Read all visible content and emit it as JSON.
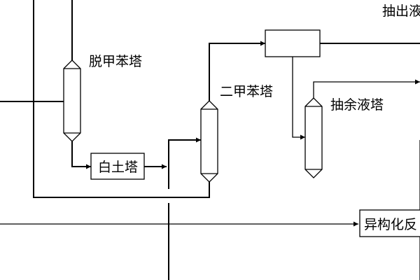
{
  "labels": {
    "detoluene_tower": "脱甲苯塔",
    "clay_tower": "白土塔",
    "xylene_tower": "二甲苯塔",
    "raffinate_tower": "抽余液塔",
    "extract_tower": "抽出液",
    "isomerization_reactor": "异构化反"
  }
}
